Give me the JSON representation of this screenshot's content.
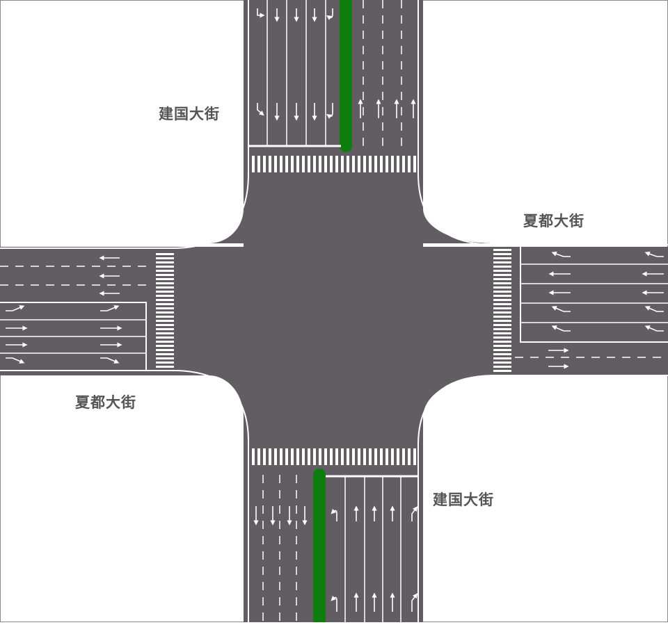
{
  "labels": {
    "north_road": "建国大街",
    "south_road": "建国大街",
    "east_road": "夏都大街",
    "west_road": "夏都大街"
  },
  "colors": {
    "road": "#625d62",
    "marking": "#ffffff",
    "median": "#0d7d0d",
    "label": "#555555",
    "background": "#ffffff"
  }
}
